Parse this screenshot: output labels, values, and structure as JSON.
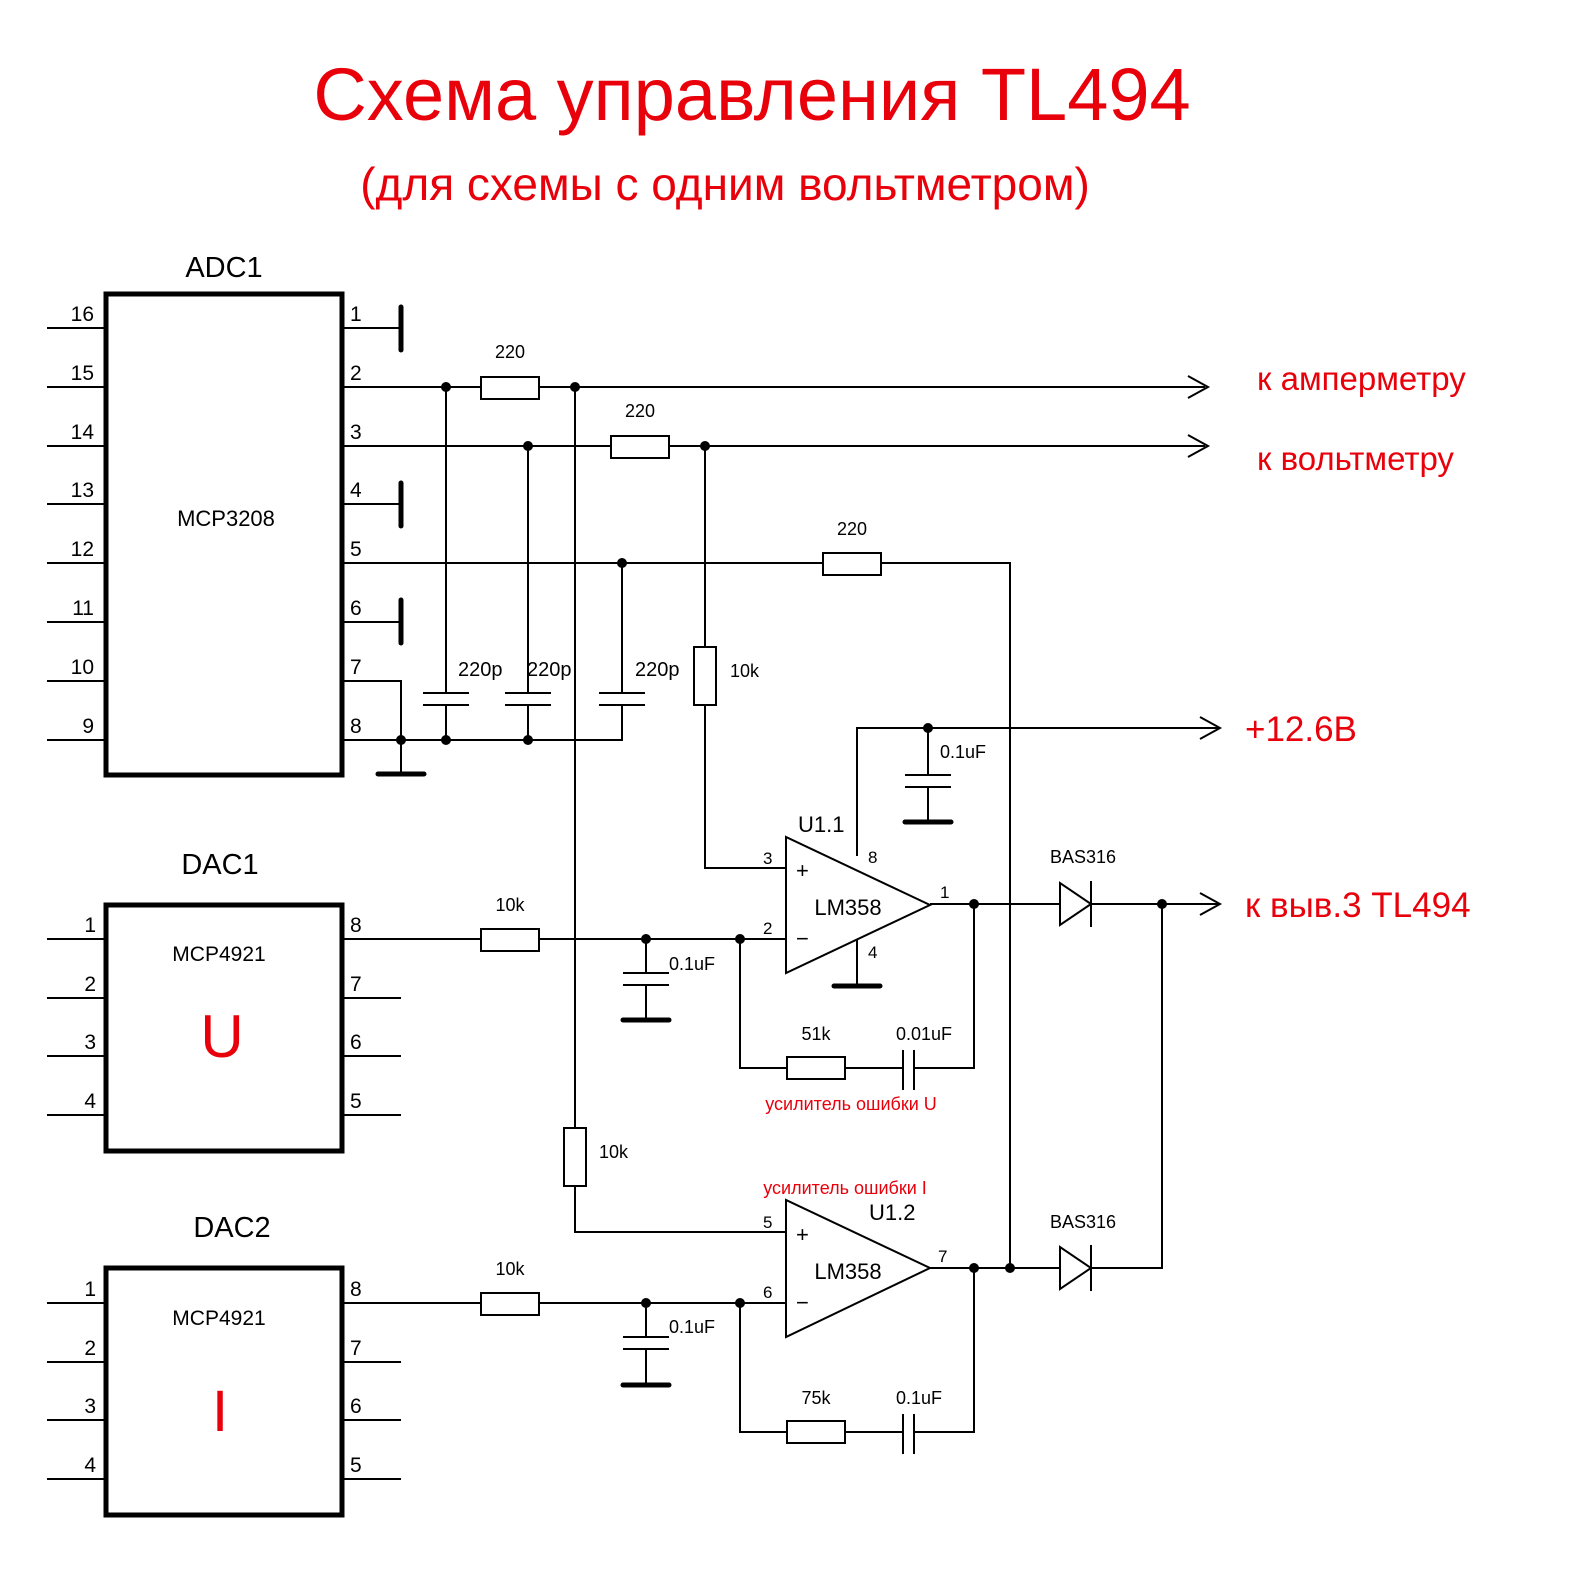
{
  "title": "Схема управления TL494",
  "subtitle": "(для схемы с одним вольтметром)",
  "colors": {
    "accent": "#e8000b",
    "wire": "#000000"
  },
  "adc": {
    "ref": "ADC1",
    "part": "MCP3208",
    "left_pins": [
      "16",
      "15",
      "14",
      "13",
      "12",
      "11",
      "10",
      "9"
    ],
    "right_pins": [
      "1",
      "2",
      "3",
      "4",
      "5",
      "6",
      "7",
      "8"
    ]
  },
  "dac1": {
    "ref": "DAC1",
    "part": "MCP4921",
    "mark": "U",
    "left_pins": [
      "1",
      "2",
      "3",
      "4"
    ],
    "right_pins": [
      "8",
      "7",
      "6",
      "5"
    ]
  },
  "dac2": {
    "ref": "DAC2",
    "part": "MCP4921",
    "mark": "I",
    "left_pins": [
      "1",
      "2",
      "3",
      "4"
    ],
    "right_pins": [
      "8",
      "7",
      "6",
      "5"
    ]
  },
  "components": {
    "r_amp": "220",
    "r_volt": "220",
    "r_fb": "220",
    "c1": "220p",
    "c2": "220p",
    "c3": "220p",
    "r_div": "10k",
    "c_supply": "0.1uF",
    "r_dac1": "10k",
    "c_dac1": "0.1uF",
    "r_fb_u": "51k",
    "c_fb_u": "0.01uF",
    "r_i": "10k",
    "r_dac2": "10k",
    "c_dac2": "0.1uF",
    "r_fb_i": "75k",
    "c_fb_i": "0.1uF",
    "d1": "BAS316",
    "d2": "BAS316"
  },
  "opamp1": {
    "ref": "U1.1",
    "part": "LM358",
    "pin_plus": "3",
    "pin_minus": "2",
    "pin_out": "1",
    "pin_vcc": "8",
    "pin_gnd": "4",
    "plus_sign": "+",
    "minus_sign": "−",
    "note": "усилитель ошибки U"
  },
  "opamp2": {
    "ref": "U1.2",
    "part": "LM358",
    "pin_plus": "5",
    "pin_minus": "6",
    "pin_out": "7",
    "plus_sign": "+",
    "minus_sign": "−",
    "note": "усилитель ошибки I"
  },
  "outputs": {
    "ammeter": "к амперметру",
    "voltmeter": "к вольтметру",
    "supply": "+12.6В",
    "tl494": "к выв.3 TL494"
  }
}
